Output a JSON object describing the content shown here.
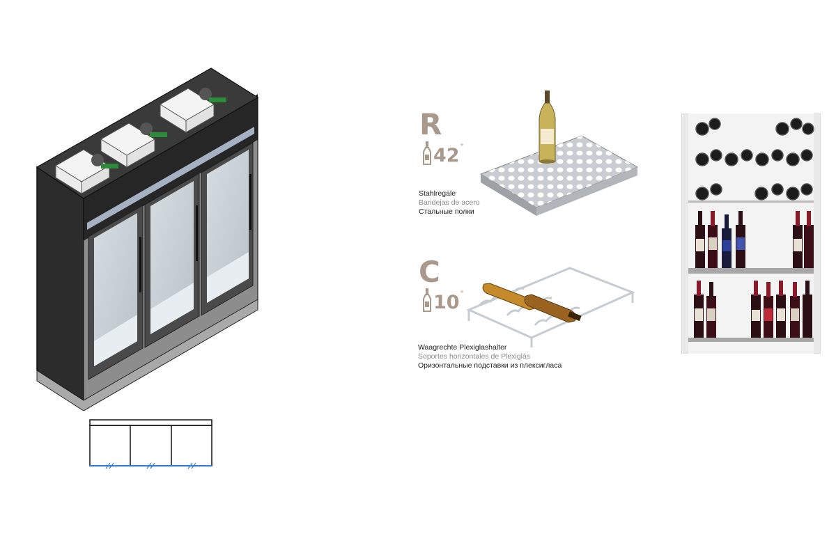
{
  "options": [
    {
      "code": "R",
      "capacity": "42",
      "asterisk": "*",
      "label_de": "Stahlregale",
      "label_es": "Bandejas de acero",
      "label_ru": "Стальные полки"
    },
    {
      "code": "C",
      "capacity": "10",
      "asterisk": "*",
      "label_de": "Waagrechte Plexiglashalter",
      "label_es": "Soportes horizontales de Plexiglás",
      "label_ru": "Оризонтальные подставки из плексигласа"
    }
  ],
  "colors": {
    "accent_taupe": "#a8998c",
    "cabinet_black": "#2b2b2b",
    "plan_blue": "#2b7fd6"
  },
  "icons": [
    "bottle-icon"
  ]
}
